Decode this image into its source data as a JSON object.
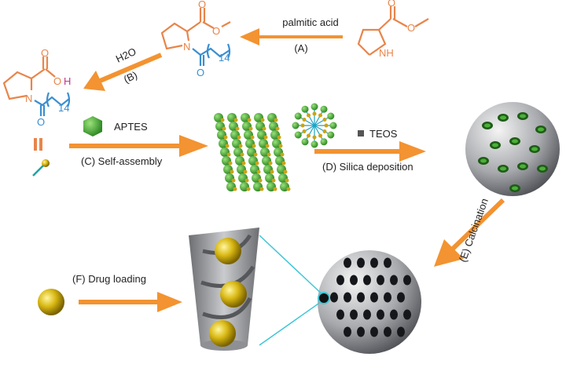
{
  "colors": {
    "arrow": "#f39331",
    "orange": "#e8854a",
    "blue": "#3b8fd0",
    "green": "#4caf3a",
    "gold": "#d4b020"
  },
  "steps": {
    "a_reagent": "palmitic acid",
    "a_label": "(A)",
    "b_reagent": "H2O",
    "b_label": "(B)",
    "c_reagent": "APTES",
    "c_label": "(C) Self-assembly",
    "d_reagent": "TEOS",
    "d_label": "(D) Silica deposition",
    "e_label": "(E) Calcination",
    "f_label": "(F) Drug loading"
  },
  "molecules": {
    "nh": "NH",
    "n": "N",
    "o": "O",
    "oh": "OH",
    "h": "H",
    "subscript": "14"
  }
}
